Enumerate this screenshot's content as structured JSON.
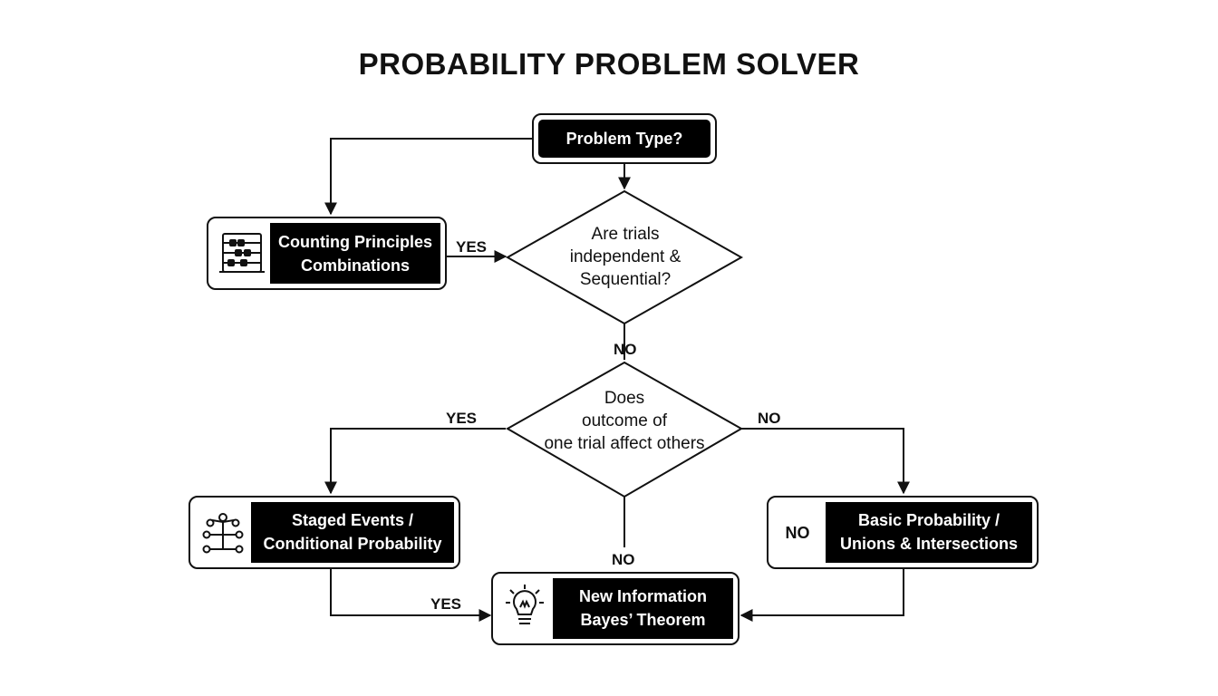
{
  "title": "PROBABILITY PROBLEM SOLVER",
  "start": {
    "label": "Problem Type?"
  },
  "decision1": {
    "lines": [
      "Are trials",
      "independent &",
      "Sequential?"
    ]
  },
  "decision2": {
    "lines": [
      "Does",
      "outcome of",
      "one trial affect others"
    ]
  },
  "nodes": {
    "counting": {
      "lines": [
        "Counting Principles",
        "Combinations"
      ],
      "icon": "abacus-icon"
    },
    "staged": {
      "lines": [
        "Staged Events /",
        "Conditional Probability"
      ],
      "icon": "tree-diagram-icon"
    },
    "basic": {
      "lines": [
        "Basic Probability /",
        "Unions & Intersections"
      ],
      "side_label": "NO"
    },
    "bayes": {
      "lines": [
        "New Information",
        "Bayes’ Theorem"
      ],
      "icon": "lightbulb-icon"
    }
  },
  "edge_labels": {
    "d1_yes": "YES",
    "d1_no": "NO",
    "d2_yes": "YES",
    "d2_no": "NO",
    "d2_down_no": "NO",
    "staged_yes": "YES"
  },
  "colors": {
    "ink": "#111111",
    "node_fill": "#000000",
    "node_text": "#ffffff",
    "background": "#ffffff"
  }
}
